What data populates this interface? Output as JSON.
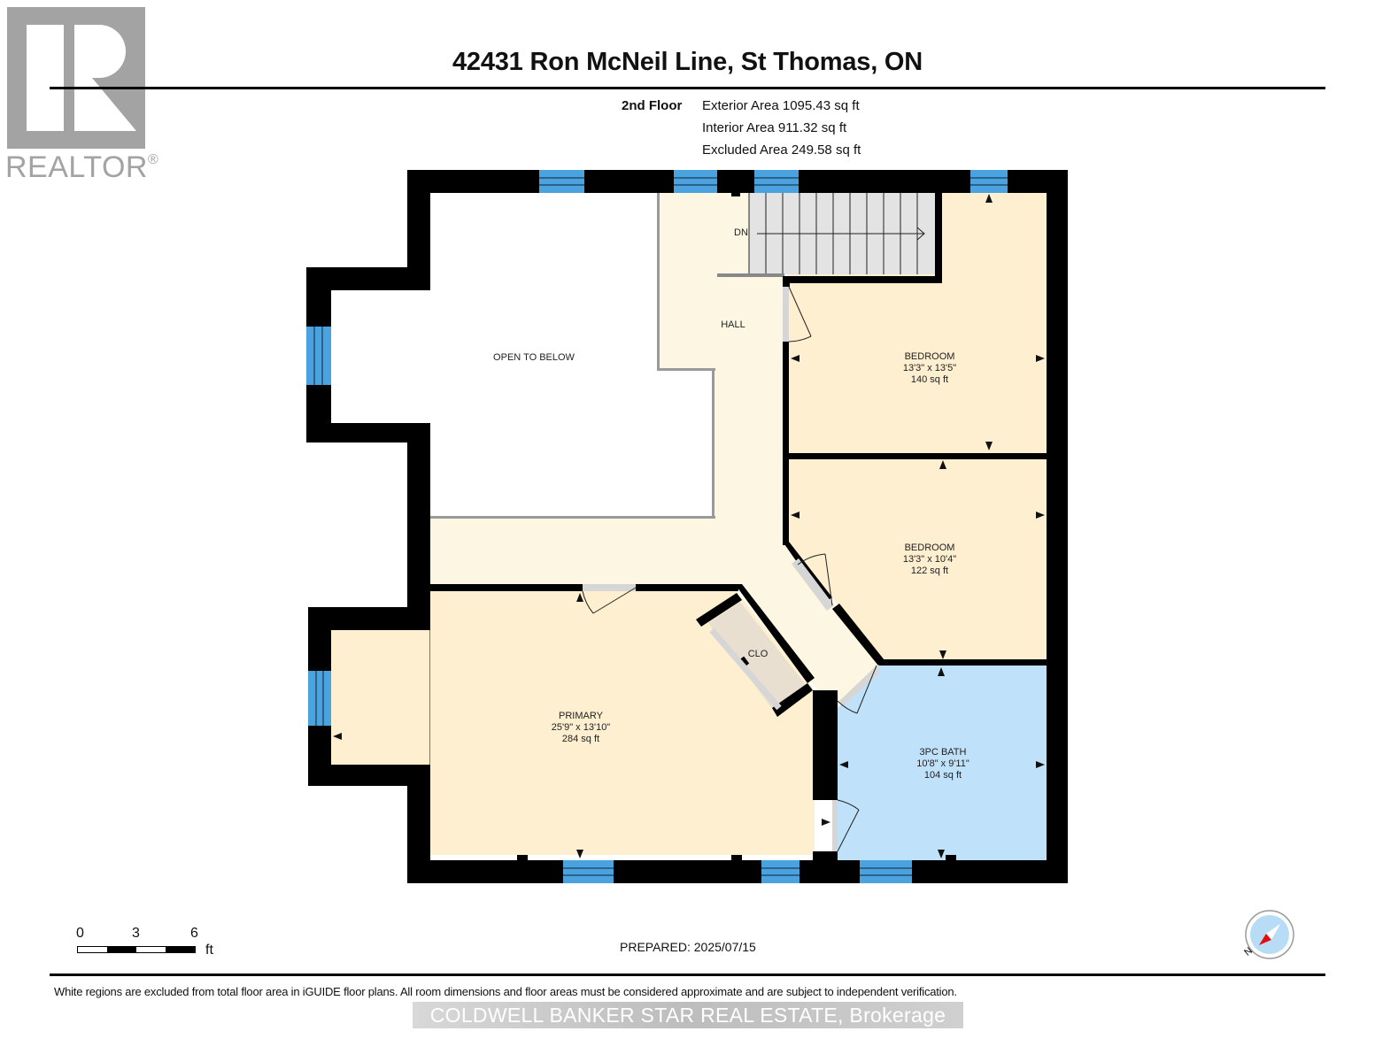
{
  "logo": {
    "icon": "realtor-r-logo",
    "text": "REALTOR",
    "registered": "®",
    "color": "#a3a3a3"
  },
  "header": {
    "title": "42431 Ron McNeil Line, St Thomas, ON"
  },
  "floor_summary": {
    "floor": "2nd Floor",
    "areas": [
      "Exterior Area 1095.43 sq ft",
      "Interior Area 911.32 sq ft",
      "Excluded Area 249.58 sq ft"
    ]
  },
  "colors": {
    "wall": "#000000",
    "window": "#4aa3de",
    "room_fill": "#fdefcf",
    "hall_fill": "#fdf6e3",
    "bath_fill": "#bfe2fa",
    "closet_fill": "#e8dfd0",
    "stairs_fill": "#e3e3e3",
    "door_fill": "#d6d6d6",
    "open_area_fill": "#ffffff"
  },
  "rooms": [
    {
      "id": "open-to-below",
      "name": "OPEN TO BELOW",
      "dims": "",
      "area": ""
    },
    {
      "id": "hall",
      "name": "HALL",
      "dims": "",
      "area": ""
    },
    {
      "id": "stairs",
      "name": "DN",
      "dims": "",
      "area": ""
    },
    {
      "id": "bedroom-1",
      "name": "BEDROOM",
      "dims": "13'3\" x 13'5\"",
      "area": "140 sq ft"
    },
    {
      "id": "bedroom-2",
      "name": "BEDROOM",
      "dims": "13'3\" x 10'4\"",
      "area": "122 sq ft"
    },
    {
      "id": "closet",
      "name": "CLO",
      "dims": "",
      "area": ""
    },
    {
      "id": "primary",
      "name": "PRIMARY",
      "dims": "25'9\" x 13'10\"",
      "area": "284 sq ft"
    },
    {
      "id": "bath",
      "name": "3PC BATH",
      "dims": "10'8\" x 9'11\"",
      "area": "104 sq ft"
    }
  ],
  "scale": {
    "ticks": [
      "0",
      "3",
      "6"
    ],
    "unit": "ft"
  },
  "footer": {
    "prepared": "PREPARED: 2025/07/15",
    "disclaimer": "White regions are excluded from total floor area in iGUIDE floor plans. All room dimensions and floor areas must be considered approximate and are subject to independent verification.",
    "brokerage": "COLDWELL BANKER STAR REAL ESTATE, Brokerage"
  },
  "compass": {
    "icon": "compass-north-icon",
    "label": "N"
  }
}
